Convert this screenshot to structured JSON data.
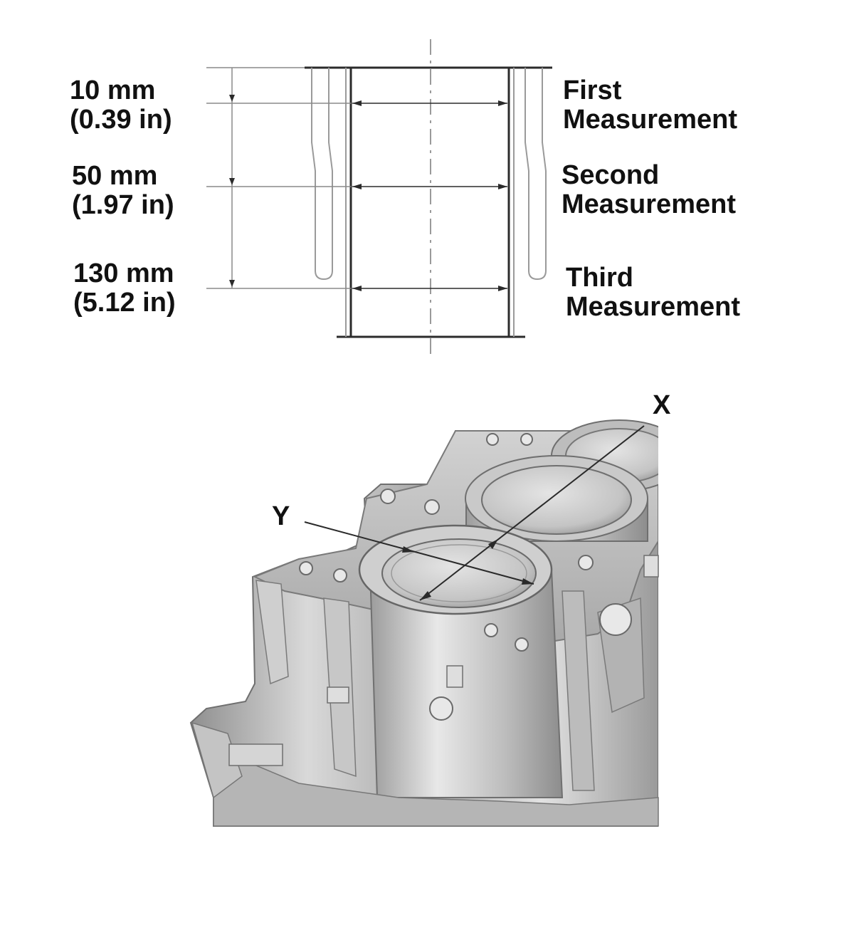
{
  "measurements": [
    {
      "depth_mm": "10 mm",
      "depth_in": "(0.39 in)",
      "title": "First",
      "subtitle": "Measurement"
    },
    {
      "depth_mm": "50 mm",
      "depth_in": "(1.97 in)",
      "title": "Second",
      "subtitle": "Measurement"
    },
    {
      "depth_mm": "130 mm",
      "depth_in": "(5.12 in)",
      "title": "Third",
      "subtitle": "Measurement"
    }
  ],
  "callouts": {
    "x": "X",
    "y": "Y"
  },
  "colors": {
    "line": "#2b2b2b",
    "thin": "#8a8a8a",
    "metal_light": "#dedede",
    "metal_mid": "#b9b9b9",
    "metal_dark": "#8c8c8c"
  }
}
